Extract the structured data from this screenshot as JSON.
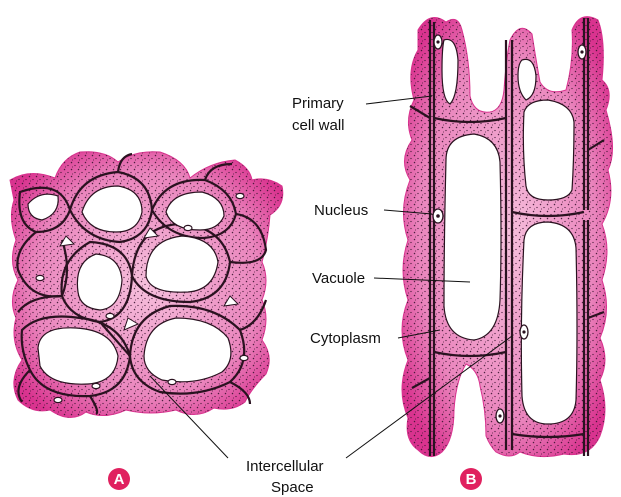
{
  "panels": {
    "a_badge": "A",
    "b_badge": "B"
  },
  "labels": {
    "primary_cell_wall_line1": "Primary",
    "primary_cell_wall_line2": "cell wall",
    "nucleus": "Nucleus",
    "vacuole": "Vacuole",
    "cytoplasm": "Cytoplasm",
    "intercellular_line1": "Intercellular",
    "intercellular_line2": "Space"
  },
  "colors": {
    "tissue_pink": "#e878b4",
    "tissue_light": "#f4b3d6",
    "tissue_dark": "#d9338f",
    "cell_wall": "#2a1220",
    "stipple": "#3a1530",
    "badge": "#e0215f",
    "vacuole_fill": "#ffffff"
  }
}
